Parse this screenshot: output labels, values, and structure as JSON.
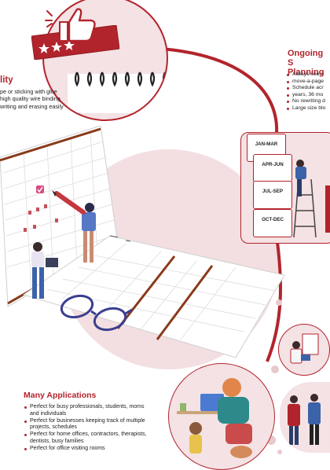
{
  "colors": {
    "accent": "#b2242c",
    "pink": "#f2dcde",
    "text": "#222222"
  },
  "quality": {
    "title_fragment": "lity",
    "lines": [
      "pe or sticking with glue",
      "high quality wire binding",
      "writing and erasing easily"
    ]
  },
  "planning": {
    "title_line1": "Ongoing S",
    "title_line2": "Planning",
    "bullets": [
      "Always see n",
      "move-a-page",
      "Schedule acr",
      "years, 36 mo",
      "No rewriting d",
      "Large size blo"
    ],
    "quarters": [
      "JAN-MAR",
      "APR-JUN",
      "JUL-SEP",
      "OCT-DEC"
    ]
  },
  "applications": {
    "title": "Many Applications",
    "bullets": [
      "Perfect for busy professionals, students, moms",
      "and individuals",
      "Perfect for businesses keeping track of multiple",
      "projects, schedules",
      "Perfect for home offices, contractors, therapists,",
      "dentists, busy families",
      "Perfect for office visiting rooms"
    ]
  },
  "icons": [
    "thumbs-up-icon",
    "star-icon",
    "spiral-binding-icon",
    "glasses-icon",
    "pencil-icon",
    "check-icon"
  ]
}
